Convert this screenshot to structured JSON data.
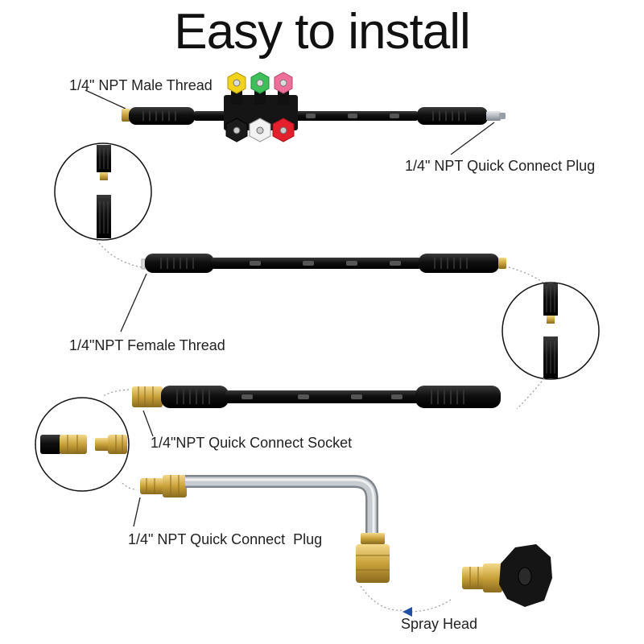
{
  "title": "Easy to install",
  "labels": {
    "male_thread": "1/4\" NPT Male Thread",
    "quick_connect_plug_top": "1/4\" NPT Quick Connect Plug",
    "female_thread": "1/4\"NPT Female Thread",
    "quick_connect_socket": "1/4\"NPT Quick Connect Socket",
    "quick_connect_plug_bottom": "1/4\" NPT Quick Connect  Plug",
    "spray_head": "Spray Head"
  },
  "nozzle_colors": {
    "yellow": "#f2d21a",
    "green": "#3fbf5a",
    "pink": "#ee6f9a",
    "black": "#1b1b1b",
    "white": "#f2f2f2",
    "red": "#e3202b"
  },
  "colors": {
    "wand": "#111111",
    "brass": "#c9a13a",
    "steel": "#b9bec4"
  }
}
